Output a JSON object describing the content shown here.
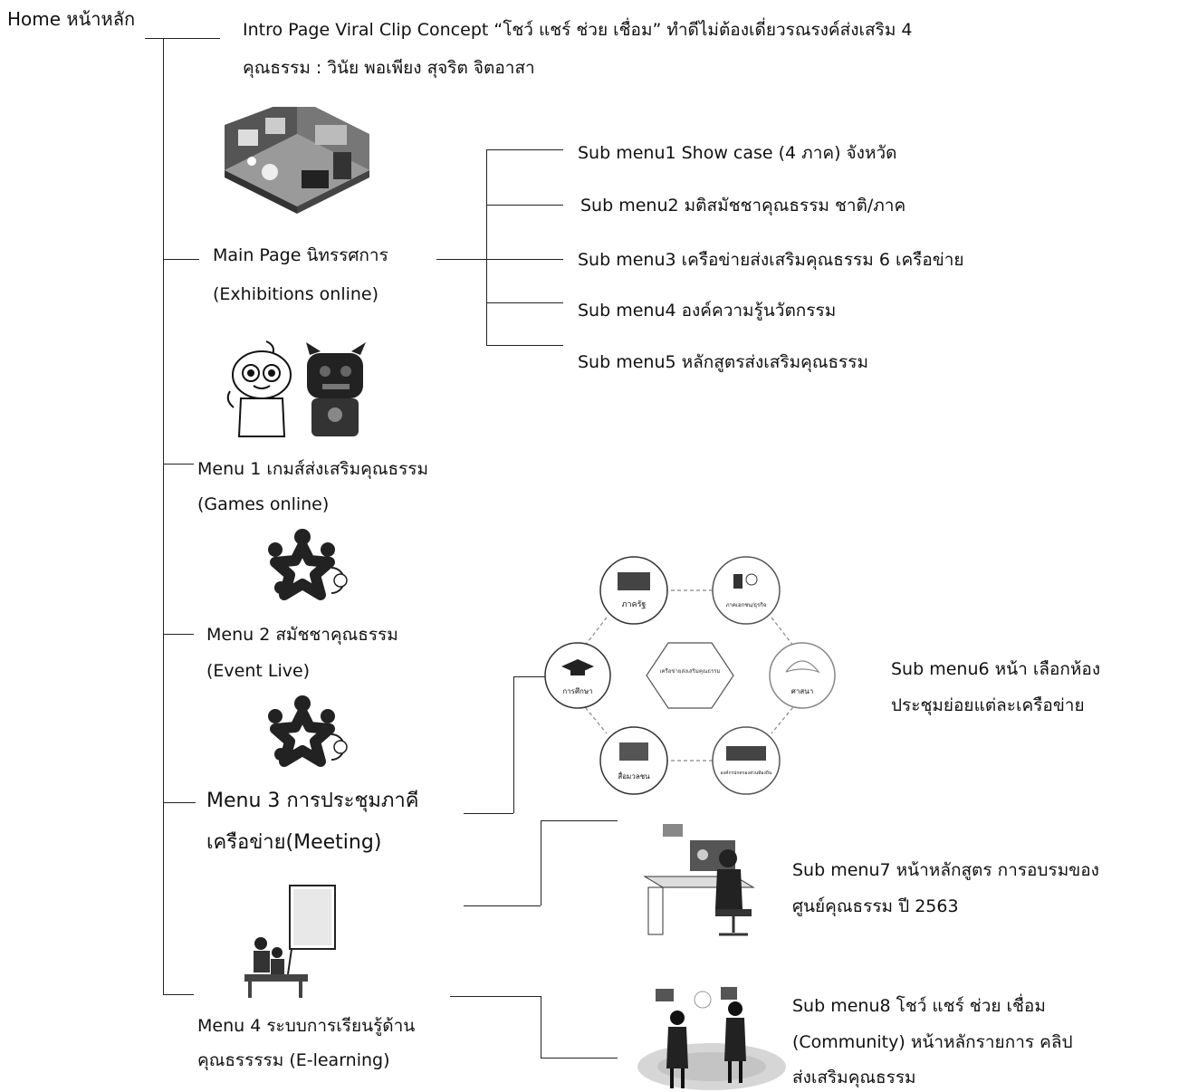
{
  "home": "Home หน้าหลัก",
  "intro": {
    "line1": "Intro Page Viral Clip Concept “โชว์ แชร์ ช่วย เชื่อม” ทำดีไม่ต้องเดี่ยวรณรงค์ส่งเสริม 4",
    "line2": "คุณธรรม : วินัย พอเพียง สุจริต จิตอาสา"
  },
  "main_page": {
    "line1": "Main Page นิทรรศการ",
    "line2": "(Exhibitions online)"
  },
  "sub_menus": [
    "Sub menu1 Show case (4 ภาค) จังหวัด",
    "Sub menu2 มติสมัชชาคุณธรรม  ชาติ/ภาค",
    "Sub menu3 เครือข่ายส่งเสริมคุณธรรม   6 เครือข่าย",
    "Sub menu4 องค์ความรู้นวัตกรรม",
    "Sub menu5 หลักสูตรส่งเสริมคุณธรรม"
  ],
  "menu1": {
    "line1": "Menu 1 เกมส์ส่งเสริมคุณธรรม",
    "line2": "(Games online)"
  },
  "menu2": {
    "line1": "Menu 2 สมัชชาคุณธรรม",
    "line2": "(Event Live)"
  },
  "menu3": {
    "line1": "Menu 3 การประชุมภาคี",
    "line2": "เครือข่าย(Meeting)"
  },
  "menu4": {
    "line1": "Menu 4 ระบบการเรียนรู้ด้าน",
    "line2": "คุณธรรรรม (E-learning)"
  },
  "sub6": {
    "line1": "Sub menu6 หน้า เลือกห้อง",
    "line2": "ประชุมย่อยแต่ละเครือข่าย"
  },
  "sub7": {
    "line1": "Sub menu7 หน้าหลักสูตร การอบรมของ",
    "line2": "ศูนย์คุณธรรม ปี 2563"
  },
  "sub8": {
    "line1": "Sub menu8  โชว์ แชร์ ช่วย เชื่อม",
    "line2": "(Community) หน้าหลักรายการ คลิป",
    "line3": "ส่งเสริมคุณธรรม"
  },
  "network": {
    "top_left": "ภาครัฐ",
    "top_right": "ภาคเอกชน/ธุรกิจ",
    "left": "การศึกษา",
    "right": "ศาสนา",
    "bottom_left": "สื่อมวลชน",
    "bottom_right": "องค์กรปกครองส่วนท้องถิ่น",
    "center": "เครือข่ายส่งเสริมคุณธรรม"
  }
}
